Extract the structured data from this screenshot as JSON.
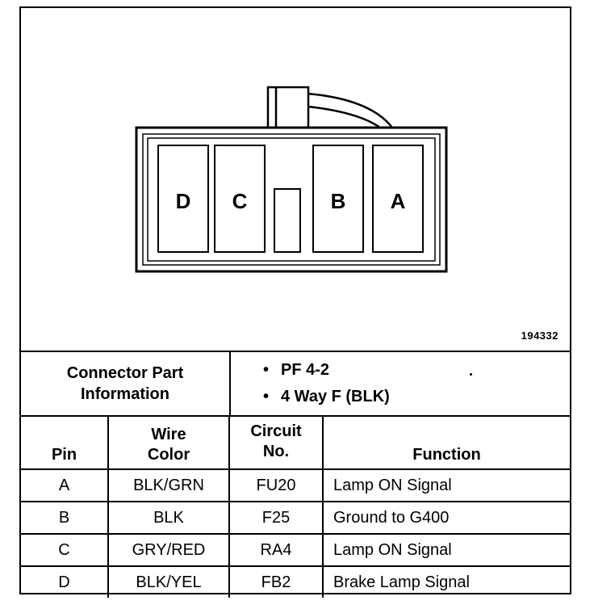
{
  "figure_id": "194332",
  "connector": {
    "pin_labels": [
      "D",
      "C",
      "B",
      "A"
    ]
  },
  "part_info": {
    "label_line1": "Connector Part",
    "label_line2": "Information",
    "items": [
      "PF 4-2",
      "4 Way F (BLK)"
    ]
  },
  "table": {
    "headers": {
      "pin": "Pin",
      "wire_color_line1": "Wire",
      "wire_color_line2": "Color",
      "circuit_line1": "Circuit",
      "circuit_line2": "No.",
      "function": "Function"
    },
    "rows": [
      {
        "pin": "A",
        "wire_color": "BLK/GRN",
        "circuit": "FU20",
        "function": "Lamp ON Signal"
      },
      {
        "pin": "B",
        "wire_color": "BLK",
        "circuit": "F25",
        "function": "Ground to G400"
      },
      {
        "pin": "C",
        "wire_color": "GRY/RED",
        "circuit": "RA4",
        "function": "Lamp ON Signal"
      },
      {
        "pin": "D",
        "wire_color": "BLK/YEL",
        "circuit": "FB2",
        "function": "Brake Lamp Signal"
      }
    ]
  }
}
